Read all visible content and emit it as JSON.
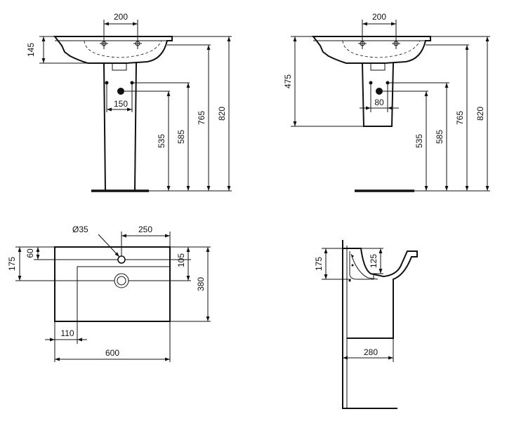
{
  "views": {
    "front_pedestal": {
      "tap_spacing": "200",
      "basin_depth": "145",
      "waste_spacing": "150",
      "waste_height": "535",
      "supply_height": "585",
      "rim_height": "765",
      "overall_height": "820"
    },
    "front_semi_pedestal": {
      "tap_spacing": "200",
      "pedestal_bottom": "475",
      "waste_spacing": "80",
      "waste_height": "535",
      "supply_height": "585",
      "rim_height": "765",
      "overall_height": "820"
    },
    "plan": {
      "tap_hole_diameter": "Ø35",
      "tap_offset": "250",
      "tap_hole_depth": "60",
      "waste_depth": "175",
      "tap_to_waste": "105",
      "overall_depth": "380",
      "shelf_width": "110",
      "overall_width": "600"
    },
    "side": {
      "rim_to_waste": "175",
      "bowl_depth": "125",
      "pedestal_depth": "280"
    }
  }
}
